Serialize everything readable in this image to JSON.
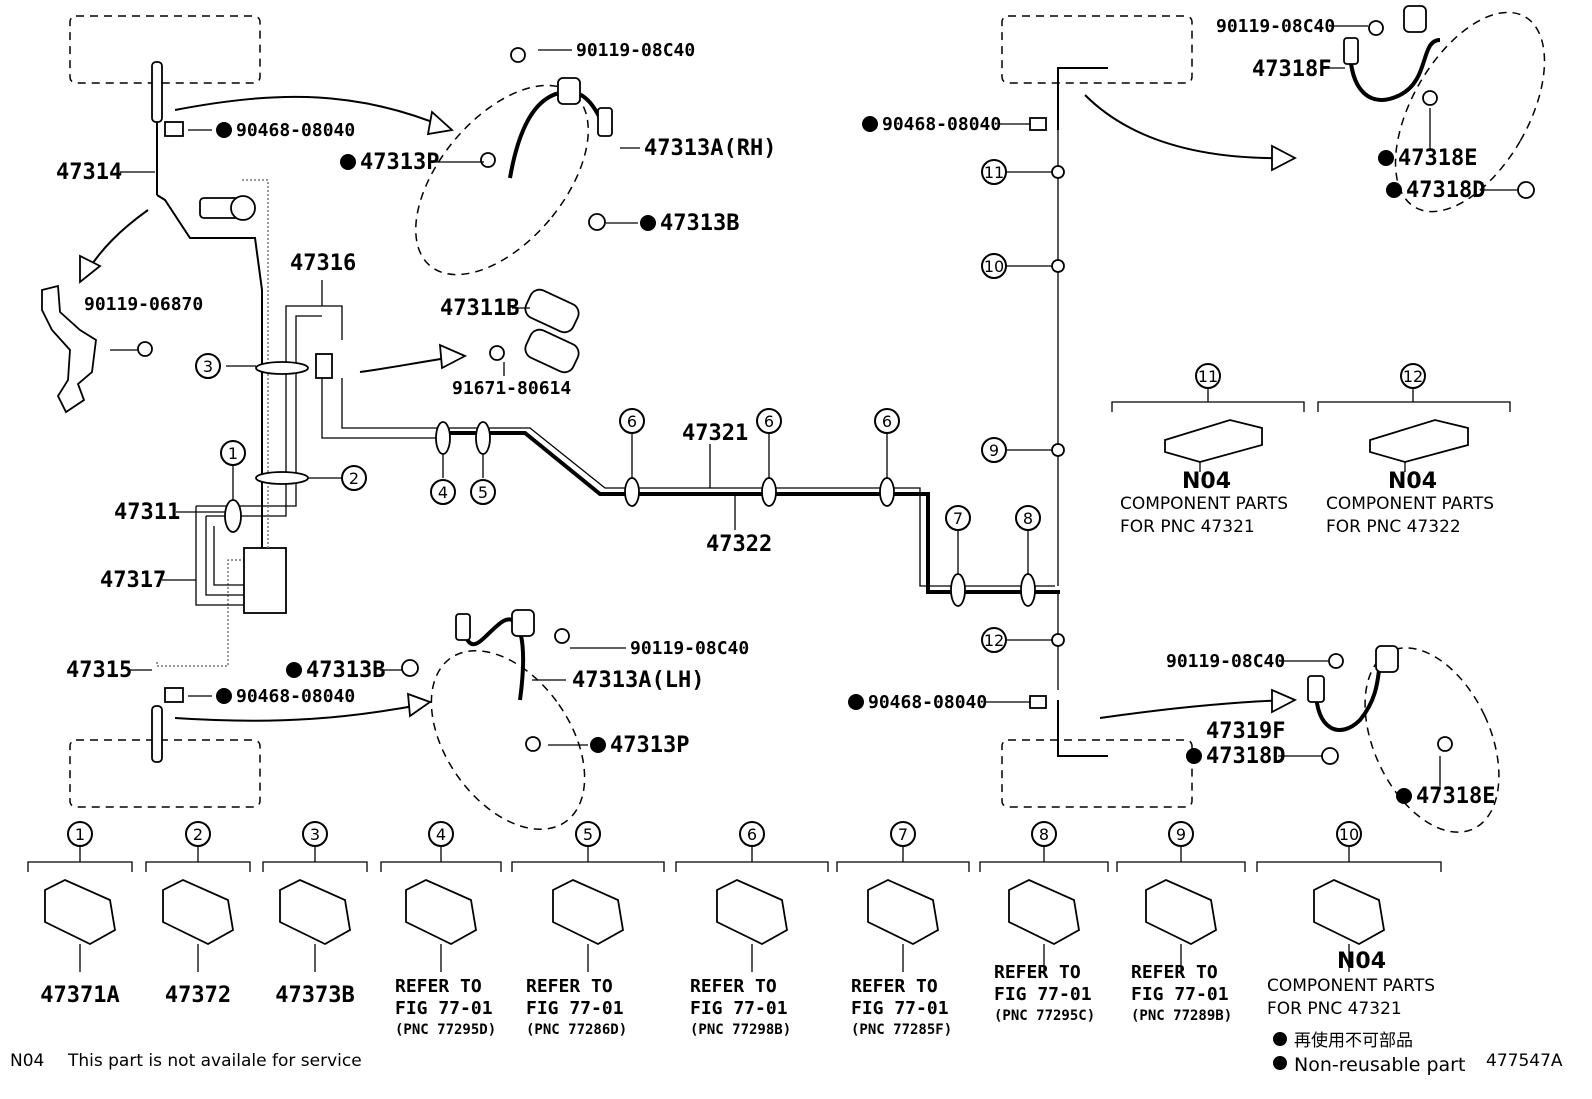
{
  "parts": {
    "p47314": "47314",
    "p47316": "47316",
    "p47311": "47311",
    "p47317": "47317",
    "p47315": "47315",
    "p47311B": "47311B",
    "p47321": "47321",
    "p47322": "47322",
    "p47313A_RH": "47313A(RH)",
    "p47313A_LH": "47313A(LH)",
    "p47313P_top": "47313P",
    "p47313B_top": "47313B",
    "p47313B_bot": "47313B",
    "p47313P_bot": "47313P",
    "p47318F": "47318F",
    "p47318E_top": "47318E",
    "p47318D_top": "47318D",
    "p47319F": "47319F",
    "p47318D_bot": "47318D",
    "p47318E_bot": "47318E",
    "b90119_08C40_a": "90119-08C40",
    "b90119_08C40_b": "90119-08C40",
    "b90119_08C40_c": "90119-08C40",
    "b90119_08C40_d": "90119-08C40",
    "b90468_08040_a": "90468-08040",
    "b90468_08040_b": "90468-08040",
    "b90468_08040_c": "90468-08040",
    "b90468_08040_d": "90468-08040",
    "b90119_06870": "90119-06870",
    "b91671_80614": "91671-80614"
  },
  "callouts": {
    "c1": "1",
    "c2": "2",
    "c3": "3",
    "c4": "4",
    "c5": "5",
    "c6": "6",
    "c7": "7",
    "c8": "8",
    "c9": "9",
    "c10": "10",
    "c11": "11",
    "c12": "12"
  },
  "clamps": [
    {
      "num": "1",
      "label1": "47371A",
      "label2": "",
      "label3": ""
    },
    {
      "num": "2",
      "label1": "47372",
      "label2": "",
      "label3": ""
    },
    {
      "num": "3",
      "label1": "47373B",
      "label2": "",
      "label3": ""
    },
    {
      "num": "4",
      "label1": "REFER TO",
      "label2": "FIG 77-01",
      "label3": "(PNC 77295D)"
    },
    {
      "num": "5",
      "label1": "REFER TO",
      "label2": "FIG 77-01",
      "label3": "(PNC 77286D)"
    },
    {
      "num": "6",
      "label1": "REFER TO",
      "label2": "FIG 77-01",
      "label3": "(PNC 77298B)"
    },
    {
      "num": "7",
      "label1": "REFER TO",
      "label2": "FIG 77-01",
      "label3": "(PNC 77285F)"
    },
    {
      "num": "8",
      "label1": "REFER TO",
      "label2": "FIG 77-01",
      "label3": "(PNC 77295C)"
    },
    {
      "num": "9",
      "label1": "REFER TO",
      "label2": "FIG 77-01",
      "label3": "(PNC 77289B)"
    },
    {
      "num": "10",
      "label1": "N04",
      "label2": "COMPONENT PARTS",
      "label3": "FOR PNC 47321"
    }
  ],
  "clamp11": {
    "num": "11",
    "code": "N04",
    "line1": "COMPONENT PARTS",
    "line2": "FOR PNC 47321"
  },
  "clamp12": {
    "num": "12",
    "code": "N04",
    "line1": "COMPONENT PARTS",
    "line2": "FOR PNC 47322"
  },
  "footer": {
    "code": "N04",
    "note": "This part is not availale for service",
    "legend_jp": "再使用不可部品",
    "legend_en": "Non-reusable part",
    "figure_id": "477547A"
  }
}
